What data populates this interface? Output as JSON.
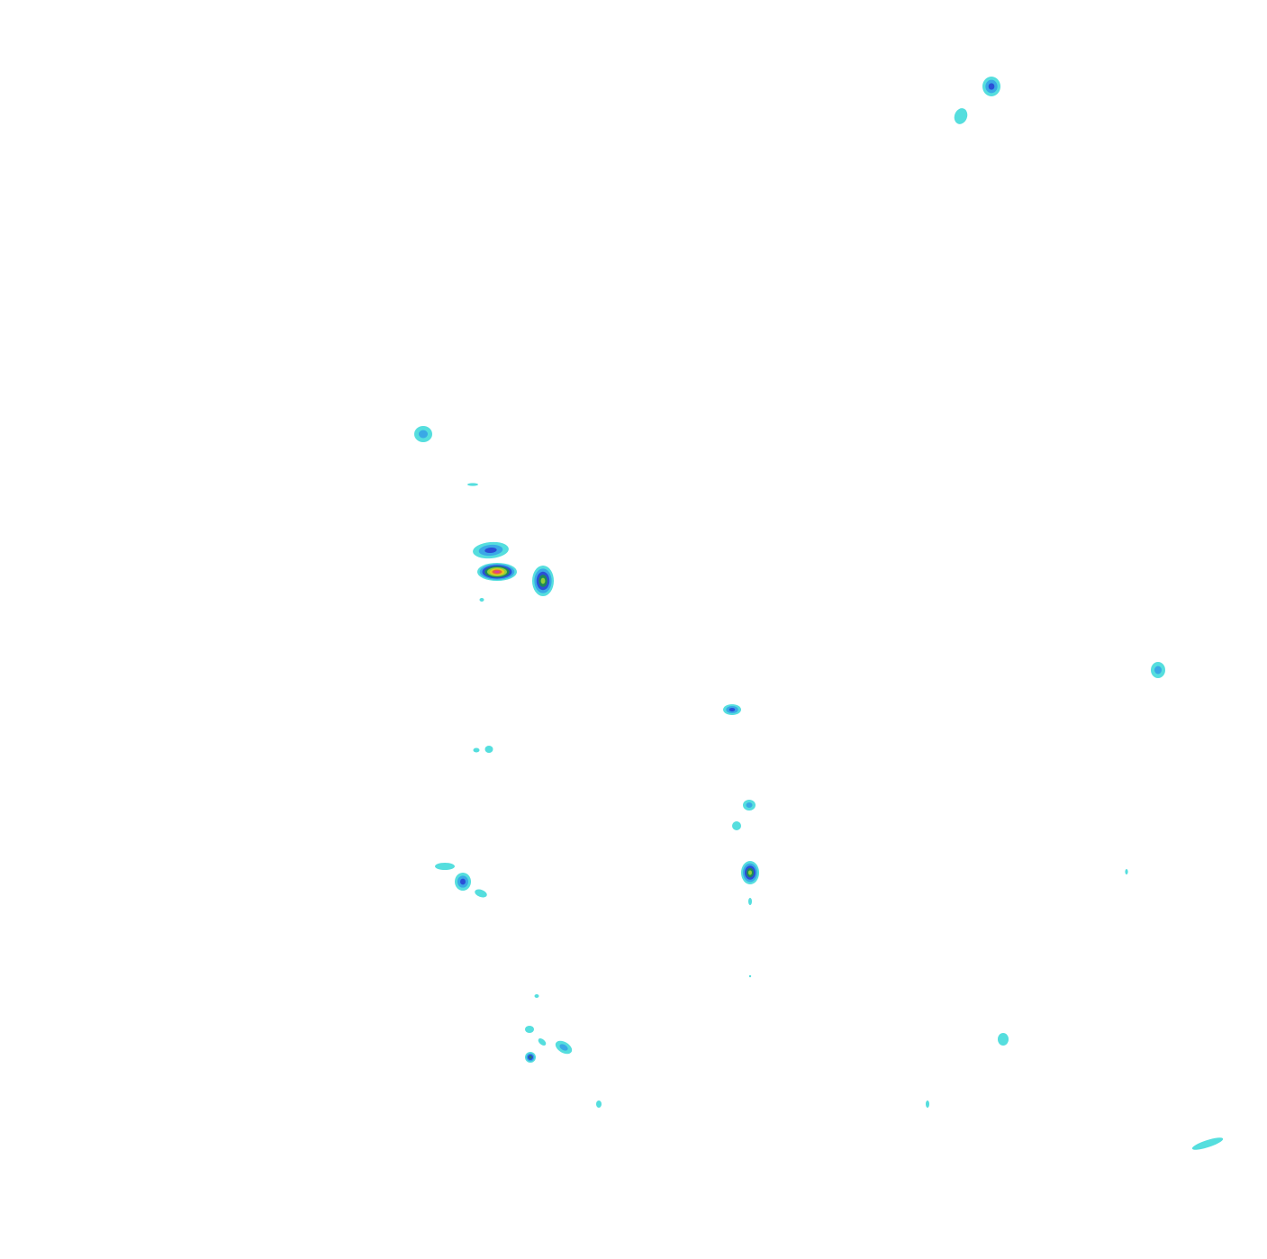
{
  "chart_data": {
    "type": "heatmap",
    "subtype": "filled-contour",
    "title": "",
    "xlabel": "",
    "ylabel": "",
    "axes_visible": false,
    "grid": false,
    "legend": "none",
    "level_colors": [
      "#55dede",
      "#3aa8e6",
      "#2b4fd6",
      "#1e8a5a",
      "#8fd13a",
      "#e6c81c",
      "#e8643c",
      "#e03f96"
    ],
    "peaks": [
      {
        "id": "peak-1",
        "level": 2
      },
      {
        "id": "peak-2",
        "level": 0
      },
      {
        "id": "peak-3",
        "level": 1
      },
      {
        "id": "peak-4",
        "level": 0
      },
      {
        "id": "peak-5",
        "level": 2
      },
      {
        "id": "peak-6",
        "level": 7
      },
      {
        "id": "peak-7",
        "level": 0
      },
      {
        "id": "peak-8",
        "level": 4
      },
      {
        "id": "peak-9",
        "level": 1
      },
      {
        "id": "peak-10",
        "level": 2
      },
      {
        "id": "peak-11",
        "level": 0
      },
      {
        "id": "peak-12",
        "level": 0
      },
      {
        "id": "peak-13",
        "level": 1
      },
      {
        "id": "peak-14",
        "level": 0
      },
      {
        "id": "peak-15",
        "level": 4
      },
      {
        "id": "peak-16",
        "level": 0
      },
      {
        "id": "peak-17",
        "level": 0
      },
      {
        "id": "peak-18",
        "level": 2
      },
      {
        "id": "peak-19",
        "level": 0
      },
      {
        "id": "peak-20",
        "level": 0
      },
      {
        "id": "peak-21",
        "level": 0
      },
      {
        "id": "peak-22",
        "level": 1
      },
      {
        "id": "peak-23",
        "level": 3
      },
      {
        "id": "peak-24",
        "level": 0
      },
      {
        "id": "peak-25",
        "level": 0
      },
      {
        "id": "peak-26",
        "level": 0
      },
      {
        "id": "peak-27",
        "level": 0
      },
      {
        "id": "peak-28",
        "level": 0
      },
      {
        "id": "peak-29",
        "level": 0
      },
      {
        "id": "peak-30",
        "level": 0
      }
    ]
  }
}
